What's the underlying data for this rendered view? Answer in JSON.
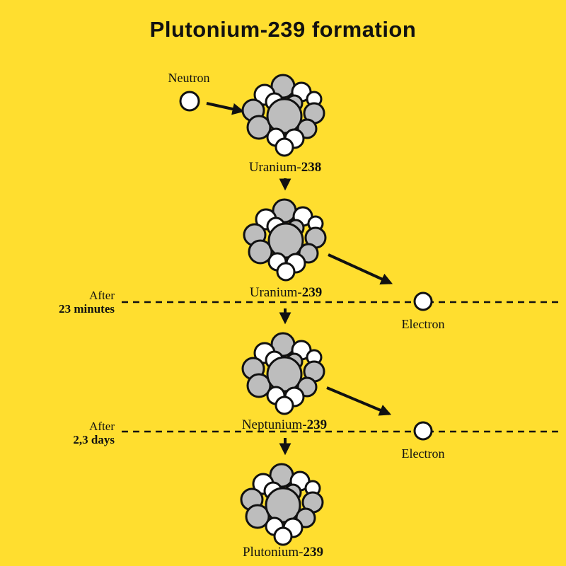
{
  "page": {
    "title": "Plutonium-239 formation"
  },
  "particles": {
    "neutron_label": "Neutron",
    "electron1_label": "Electron",
    "electron2_label": "Electron"
  },
  "stages": [
    {
      "name": "Uranium-",
      "mass": "238"
    },
    {
      "name": "Uranium-",
      "mass": "239"
    },
    {
      "name": "Neptunium-",
      "mass": "239"
    },
    {
      "name": "Plutonium-",
      "mass": "239"
    }
  ],
  "timelines": [
    {
      "prefix": "After",
      "duration": "23 minutes"
    },
    {
      "prefix": "After",
      "duration": "2,3 days"
    }
  ],
  "colors": {
    "background": "#FFDE2F",
    "nucleon_gray": "#BDBDBD",
    "nucleon_white": "#FFFFFF",
    "outline": "#111111",
    "text": "#111111"
  }
}
